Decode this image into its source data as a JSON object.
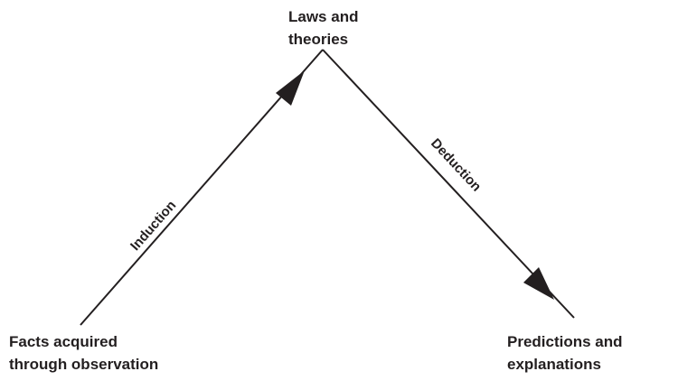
{
  "nodes": {
    "top": {
      "line1": "Laws and",
      "line2": "theories"
    },
    "left": {
      "line1": "Facts acquired",
      "line2": "through observation"
    },
    "right": {
      "line1": "Predictions and",
      "line2": "explanations"
    }
  },
  "edges": {
    "induction": "Induction",
    "deduction": "Deduction"
  },
  "colors": {
    "ink": "#231f20"
  }
}
